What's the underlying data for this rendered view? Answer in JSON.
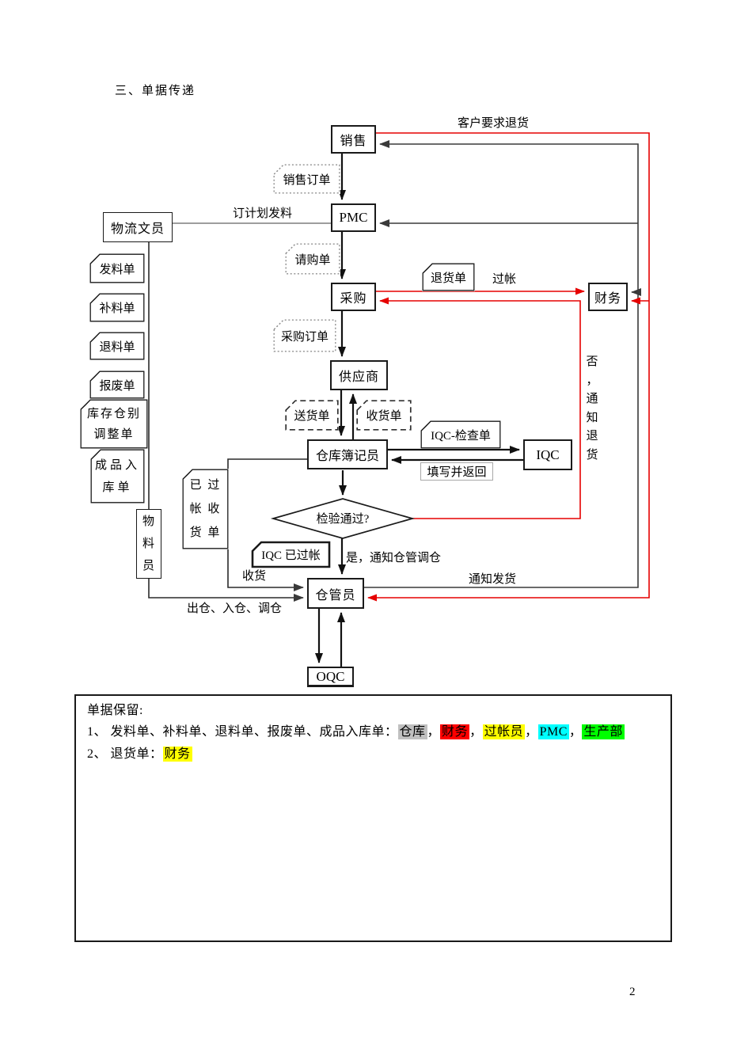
{
  "page": {
    "title": "三、单据传递",
    "page_number": "2"
  },
  "nodes": {
    "sales": "销售",
    "pmc": "PMC",
    "purchase": "采购",
    "supplier": "供应商",
    "bookkeeper": "仓库簿记员",
    "iqc": "IQC",
    "decision": "检验通过?",
    "keeper": "仓管员",
    "oqc": "OQC",
    "finance": "财务",
    "logistics_clerk": "物流文员",
    "material_clerk": "物\n料\n员"
  },
  "documents": {
    "sales_order": "销售订单",
    "purchase_requisition": "请购单",
    "purchase_order": "采购订单",
    "issue_note": "发料单",
    "replenish_note": "补料单",
    "material_return_note": "退料单",
    "scrap_note": "报废单",
    "stock_adjustment_note": "库存仓别\n调整单",
    "finished_goods_inbound_note": "成品入\n库单",
    "delivery_note": "送货单",
    "receiving_note": "收货单",
    "goods_return_note": "退货单",
    "iqc_check_note": "IQC-检查单",
    "posted_receiving_note": "已 过\n帐 收\n货 单",
    "iqc_posted_note": "IQC 已过帐",
    "fill_and_return": "填写并返回"
  },
  "edge_labels": {
    "customer_return": "客户要求退货",
    "plan_issue": "订计划发料",
    "posting": "过帐",
    "no_notify_return": "否\n，\n通\n知\n退\n货",
    "yes_notify_keeper": "是，通知仓管调仓",
    "notify_shipment": "通知发货",
    "receive_goods": "收货",
    "in_out_transfer": "出仓、入仓、调仓"
  },
  "footer": {
    "heading": "单据保留:",
    "item1": {
      "prefix": "1、 发料单、补料单、退料单、报废单、成品入库单：",
      "tags": [
        {
          "text": "仓库",
          "sep": "，"
        },
        {
          "text": "财务",
          "sep": "，"
        },
        {
          "text": "过帐员",
          "sep": "，"
        },
        {
          "text": "PMC",
          "sep": "，"
        },
        {
          "text": "生产部",
          "sep": ""
        }
      ]
    },
    "item2": {
      "prefix": "2、 退货单：",
      "tag": "财务"
    }
  },
  "colors": {
    "line_black": "#111111",
    "line_gray": "#3a3a3a",
    "line_red": "#e60000",
    "hl_gray": "#c0c0c0",
    "hl_red": "#ff0000",
    "hl_yellow": "#ffff00",
    "hl_cyan": "#00ffff",
    "hl_green": "#00ff00"
  }
}
